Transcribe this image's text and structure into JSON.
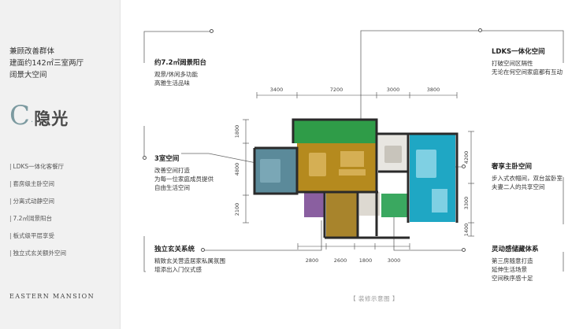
{
  "sidebar": {
    "tagline": [
      "兼顾改善群体",
      "建面约142㎡三室两厅",
      "阔景大空间"
    ],
    "brand_letter": "C",
    "brand_dot": "·",
    "brand_name": "隐光",
    "features": [
      "LDKS一体化客餐厅",
      "套房级主卧空间",
      "分离式动静空间",
      "7.2㎡阔景阳台",
      "板式级平层享受",
      "独立式玄关额外空间"
    ],
    "feature_bar": "|",
    "footer": "EASTERN MANSION"
  },
  "callouts": {
    "balcony": {
      "title": "约7.2㎡阔景阳台",
      "lines": [
        "观景/休闲多功能",
        "高雅生活品味"
      ]
    },
    "ldks": {
      "title": "LDKS一体化空间",
      "lines": [
        "打破空间区隔性",
        "无论在何空间家庭都有互动"
      ]
    },
    "three_rooms": {
      "title": "3室空间",
      "lines": [
        "改善空间打造",
        "为每一位家庭成员提供",
        "自由生活空间"
      ]
    },
    "master": {
      "title": "奢享主卧空间",
      "lines": [
        "步入式衣帽间，双台盆卧室",
        "夫妻二人的共享空间"
      ]
    },
    "entrance": {
      "title": "独立玄关系统",
      "lines": [
        "精致玄关营造居家私属氛围",
        "增添出入门仪式感"
      ]
    },
    "storage": {
      "title": "灵动感储藏体系",
      "lines": [
        "第三房随意打造",
        "延伸生活场景",
        "空间秩序感十足"
      ]
    }
  },
  "dimensions": {
    "top": [
      "3400",
      "7200",
      "3000",
      "3800"
    ],
    "bottom": [
      "2800",
      "2600",
      "1800",
      "3000"
    ],
    "left": [
      "1800",
      "4800",
      "2100"
    ],
    "right": [
      "4200",
      "3300",
      "1400"
    ]
  },
  "caption": "【 装修示意图 】",
  "colors": {
    "living": "#b58a1e",
    "balcony": "#2f9c48",
    "master": "#1fa7c4",
    "bedroom_left": "#5b8a9a",
    "bathroom": "#8a5fa0",
    "storage": "#3aa860",
    "entrance": "#a8842c",
    "wall": "#2a2a2a"
  }
}
